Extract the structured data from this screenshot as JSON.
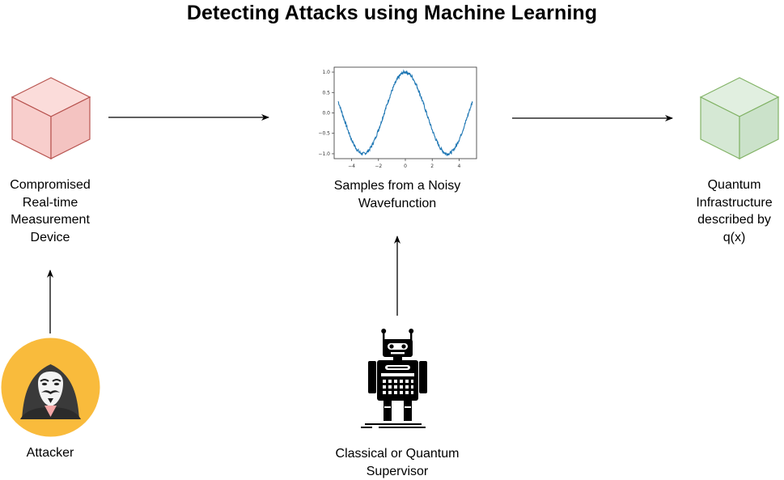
{
  "title": "Detecting Attacks using Machine Learning",
  "nodes": {
    "compromised_device": {
      "label_lines": [
        "Compromised",
        "Real-time",
        "Measurement",
        "Device"
      ],
      "icon": "cube-icon",
      "color": "#f8cecc",
      "stroke": "#b85450"
    },
    "samples": {
      "label_lines": [
        "Samples from a Noisy",
        "Wavefunction"
      ]
    },
    "quantum_infrastructure": {
      "label_lines": [
        "Quantum",
        "Infrastructure",
        "described by",
        "q(x)"
      ],
      "icon": "cube-icon",
      "color": "#d5e8d4",
      "stroke": "#82b366"
    },
    "attacker": {
      "label": "Attacker",
      "icon": "hacker-mask-icon",
      "color": "#f9bb3c"
    },
    "supervisor": {
      "label_lines": [
        "Classical or Quantum",
        "Supervisor"
      ],
      "icon": "robot-icon"
    }
  },
  "chart_data": {
    "type": "line",
    "series": [
      {
        "function": "noisy cosine",
        "color": "#1f77b4"
      }
    ],
    "x_ticks": [
      "−4",
      "−2",
      "0",
      "2",
      "4"
    ],
    "y_ticks": [
      "1.0",
      "0.5",
      "0.0",
      "−0.5",
      "−1.0"
    ],
    "xlim": [
      -5.3,
      5.3
    ],
    "ylim": [
      -1.12,
      1.12
    ],
    "x_range": [
      -5,
      5
    ],
    "grid": false
  }
}
